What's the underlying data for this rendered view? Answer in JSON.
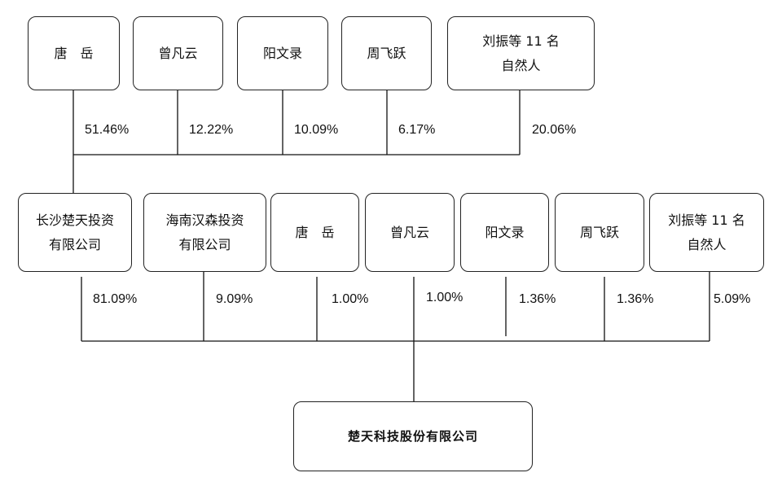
{
  "top_holders": [
    {
      "lines": [
        "唐　岳"
      ]
    },
    {
      "lines": [
        "曾凡云"
      ]
    },
    {
      "lines": [
        "阳文录"
      ]
    },
    {
      "lines": [
        "周飞跃"
      ]
    },
    {
      "lines": [
        "刘振等 11 名",
        "自然人"
      ]
    }
  ],
  "top_percentages": [
    "51.46%",
    "12.22%",
    "10.09%",
    "6.17%",
    "20.06%"
  ],
  "middle_holders": [
    {
      "lines": [
        "长沙楚天投资",
        "有限公司"
      ]
    },
    {
      "lines": [
        "海南汉森投资",
        "有限公司"
      ]
    },
    {
      "lines": [
        "唐　岳"
      ]
    },
    {
      "lines": [
        "曾凡云"
      ]
    },
    {
      "lines": [
        "阳文录"
      ]
    },
    {
      "lines": [
        "周飞跃"
      ]
    },
    {
      "lines": [
        "刘振等 11 名",
        "自然人"
      ]
    }
  ],
  "bottom_percentages": [
    "81.09%",
    "9.09%",
    "1.00%",
    "1.00%",
    "1.36%",
    "1.36%",
    "5.09%"
  ],
  "company": {
    "name": "楚天科技股份有限公司"
  }
}
